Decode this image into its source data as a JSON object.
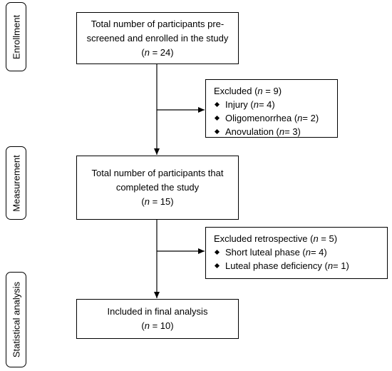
{
  "stages": {
    "enrollment": "Enrollment",
    "measurement": "Measurement",
    "statistical_analysis": "Statistical analysis"
  },
  "enrolled": {
    "line1": "Total number of participants pre-",
    "line2": "screened and enrolled in the study",
    "n_label": "n",
    "n_value": " = 24)"
  },
  "excluded": {
    "title_prefix": "Excluded (",
    "n_label": "n",
    "title_value": " = 9)",
    "items": [
      {
        "label": "Injury (",
        "n_label": "n",
        "value": " = 4)"
      },
      {
        "label": "Oligomenorrhea (",
        "n_label": "n",
        "value": " = 2)"
      },
      {
        "label": "Anovulation (",
        "n_label": "n",
        "value": " = 3)"
      }
    ]
  },
  "completed": {
    "line1": "Total number of participants that",
    "line2": "completed the study",
    "n_label": "n",
    "n_value": " = 15)"
  },
  "excluded_retro": {
    "title_prefix": "Excluded retrospective (",
    "n_label": "n",
    "title_value": " = 5)",
    "items": [
      {
        "label": "Short luteal phase (",
        "n_label": "n",
        "value": " = 4)"
      },
      {
        "label": "Luteal phase deficiency (",
        "n_label": "n",
        "value": " = 1)"
      }
    ]
  },
  "final": {
    "line1": "Included in final analysis",
    "n_label": "n",
    "n_value": " = 10)"
  }
}
